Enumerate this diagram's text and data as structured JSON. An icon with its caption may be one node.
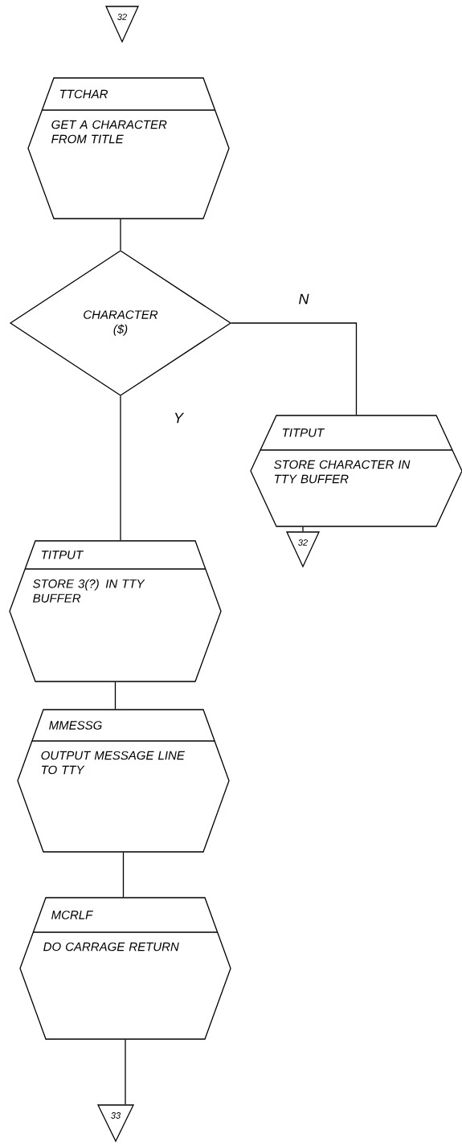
{
  "diagram": {
    "nodes": [
      {
        "text": [
          "32"
        ]
      },
      {
        "text": [
          "TTCHAR",
          "GET A CHARACTER FROM TITLE"
        ]
      },
      {
        "text": [
          "CHARACTER ($)"
        ]
      },
      {
        "text": [
          "TITPUT",
          "STORE CHARACTER IN TTY BUFFER"
        ]
      },
      {
        "text": [
          "32"
        ]
      },
      {
        "text": [
          "TITPUT",
          "STORE 3(?) IN TTY BUFFER"
        ]
      },
      {
        "text": [
          "MMESSG",
          "OUTPUT MESSAGE LINE TO TTY"
        ]
      },
      {
        "text": [
          "MCRLF",
          "DO CARRAGE RETURN"
        ]
      },
      {
        "text": [
          "33"
        ]
      }
    ],
    "edges": [
      {
        "from": 1,
        "to": 2,
        "arrow": "none"
      },
      {
        "from": 2,
        "to": 3,
        "arrow": "none",
        "label": "N"
      },
      {
        "from": 2,
        "to": 5,
        "arrow": "none",
        "label": "Y"
      },
      {
        "from": 3,
        "to": 4,
        "arrow": "none"
      },
      {
        "from": 5,
        "to": 6,
        "arrow": "none"
      },
      {
        "from": 6,
        "to": 7,
        "arrow": "none"
      },
      {
        "from": 7,
        "to": 8,
        "arrow": "none"
      }
    ]
  }
}
